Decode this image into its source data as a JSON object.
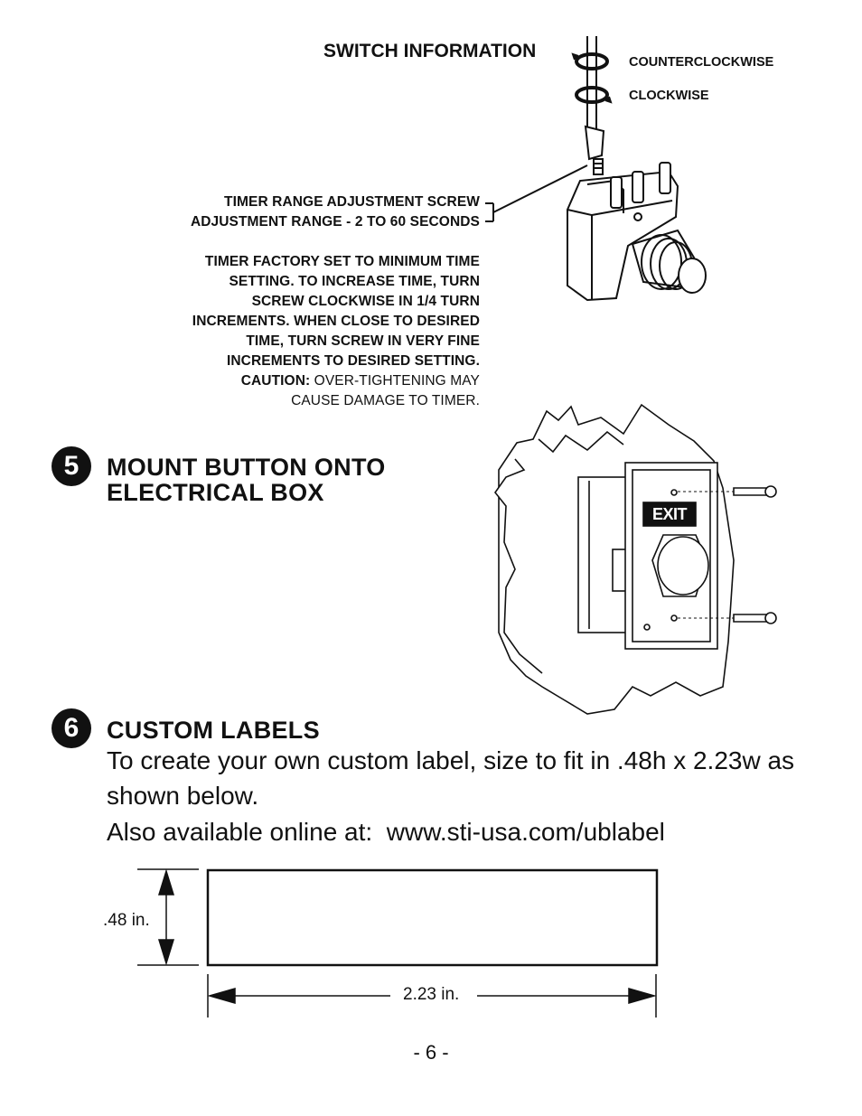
{
  "switch_info": {
    "title": "SWITCH INFORMATION",
    "counterclockwise": "COUNTERCLOCKWISE",
    "clockwise": "CLOCKWISE",
    "screw_label_1": "TIMER RANGE ADJUSTMENT SCREW",
    "screw_label_2": "ADJUSTMENT RANGE - 2 TO 60 SECONDS",
    "para_lines": [
      "TIMER FACTORY SET TO MINIMUM TIME",
      "SETTING. TO INCREASE TIME, TURN",
      "SCREW CLOCKWISE IN 1/4 TURN",
      "INCREMENTS. WHEN CLOSE TO DESIRED",
      "TIME, TURN SCREW IN VERY FINE",
      "INCREMENTS TO DESIRED SETTING."
    ],
    "caution_label": "CAUTION:",
    "caution_rest": " OVER-TIGHTENING MAY",
    "caution_last": "CAUSE DAMAGE TO TIMER."
  },
  "step5": {
    "number": "5",
    "title_line1": "MOUNT BUTTON ONTO",
    "title_line2": "ELECTRICAL BOX",
    "exit_label": "EXIT"
  },
  "step6": {
    "number": "6",
    "title": "CUSTOM LABELS",
    "body_line1": "To create your own custom label, size to fit in .48h x 2.23w as",
    "body_line2": "shown below.",
    "online": "Also available online at:  www.sti-usa.com/ublabel"
  },
  "dimensions": {
    "height": ".48 in.",
    "width": "2.23 in."
  },
  "page_number": "- 6 -"
}
